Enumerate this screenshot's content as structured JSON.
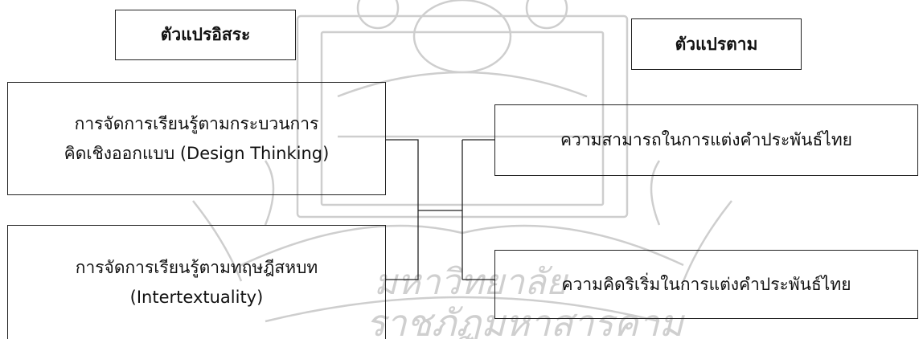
{
  "independent_heading": "ตัวแปรอิสระ",
  "dependent_heading": "ตัวแปรตาม",
  "independent_vars": [
    {
      "line1": "การจัดการเรียนรู้ตามกระบวนการ",
      "line2": "คิดเชิงออกแบบ (Design Thinking)"
    },
    {
      "line1": "การจัดการเรียนรู้ตามทฤษฎีสหบท",
      "line2": "(Intertextuality)"
    }
  ],
  "dependent_vars": [
    "ความสามารถในการแต่งคำประพันธ์ไทย",
    "ความคิดริเริ่มในการแต่งคำประพันธ์ไทย"
  ],
  "watermark": {
    "text_line1": "มหาวิทยาลัย",
    "text_line2": "ราชภัฏมหาสารคาม"
  }
}
